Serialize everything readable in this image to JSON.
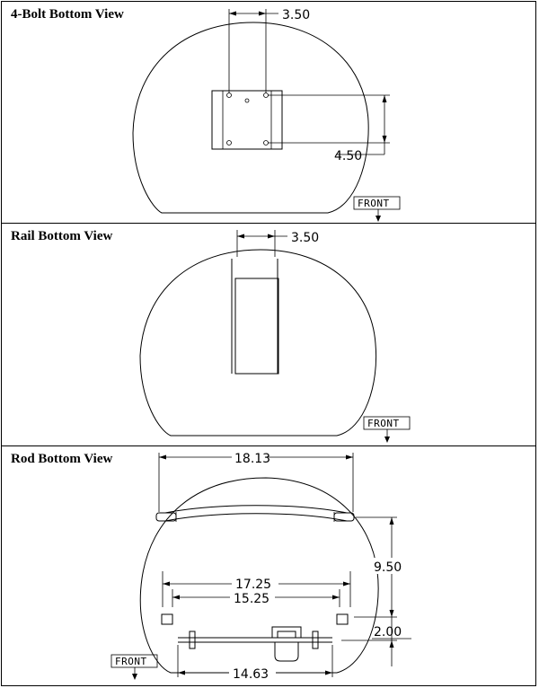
{
  "panels": {
    "four_bolt": {
      "title": "4-Bolt Bottom View",
      "dim_width": "3.50",
      "dim_height": "4.50",
      "front_label": "FRONT"
    },
    "rail": {
      "title": "Rail Bottom View",
      "dim_width": "3.50",
      "front_label": "FRONT"
    },
    "rod": {
      "title": "Rod Bottom View",
      "dim_overall": "18.13",
      "dim_height": "9.50",
      "dim_outer": "17.25",
      "dim_inner": "15.25",
      "dim_offset": "2.00",
      "dim_bottom": "14.63",
      "front_label": "FRONT"
    }
  }
}
